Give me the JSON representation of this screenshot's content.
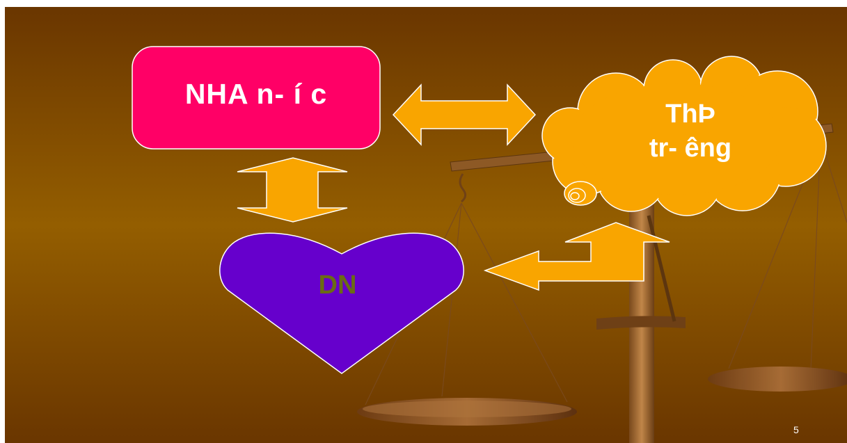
{
  "slide": {
    "page_number": "5",
    "background": [
      "#6a3600",
      "#945e00",
      "#6a3600"
    ]
  },
  "nodes": {
    "state": {
      "label": "NHA n- í c",
      "color": "#ff0066",
      "shape": "rounded-rectangle"
    },
    "market": {
      "label_line1": "ThÞ",
      "label_line2": "tr- êng",
      "color": "#f9a500",
      "shape": "cloud"
    },
    "enterprise": {
      "label": "DN",
      "color": "#6600cc",
      "text_color": "#6b6b14",
      "shape": "heart"
    }
  },
  "arrows": {
    "color": "#f9a500",
    "items": [
      {
        "from": "state",
        "to": "market",
        "type": "double-headed"
      },
      {
        "from": "state",
        "to": "enterprise",
        "type": "double-headed"
      },
      {
        "from": "market",
        "to": "enterprise",
        "type": "bent-double-headed"
      }
    ]
  },
  "decoration": {
    "name": "scales-of-justice-image"
  }
}
